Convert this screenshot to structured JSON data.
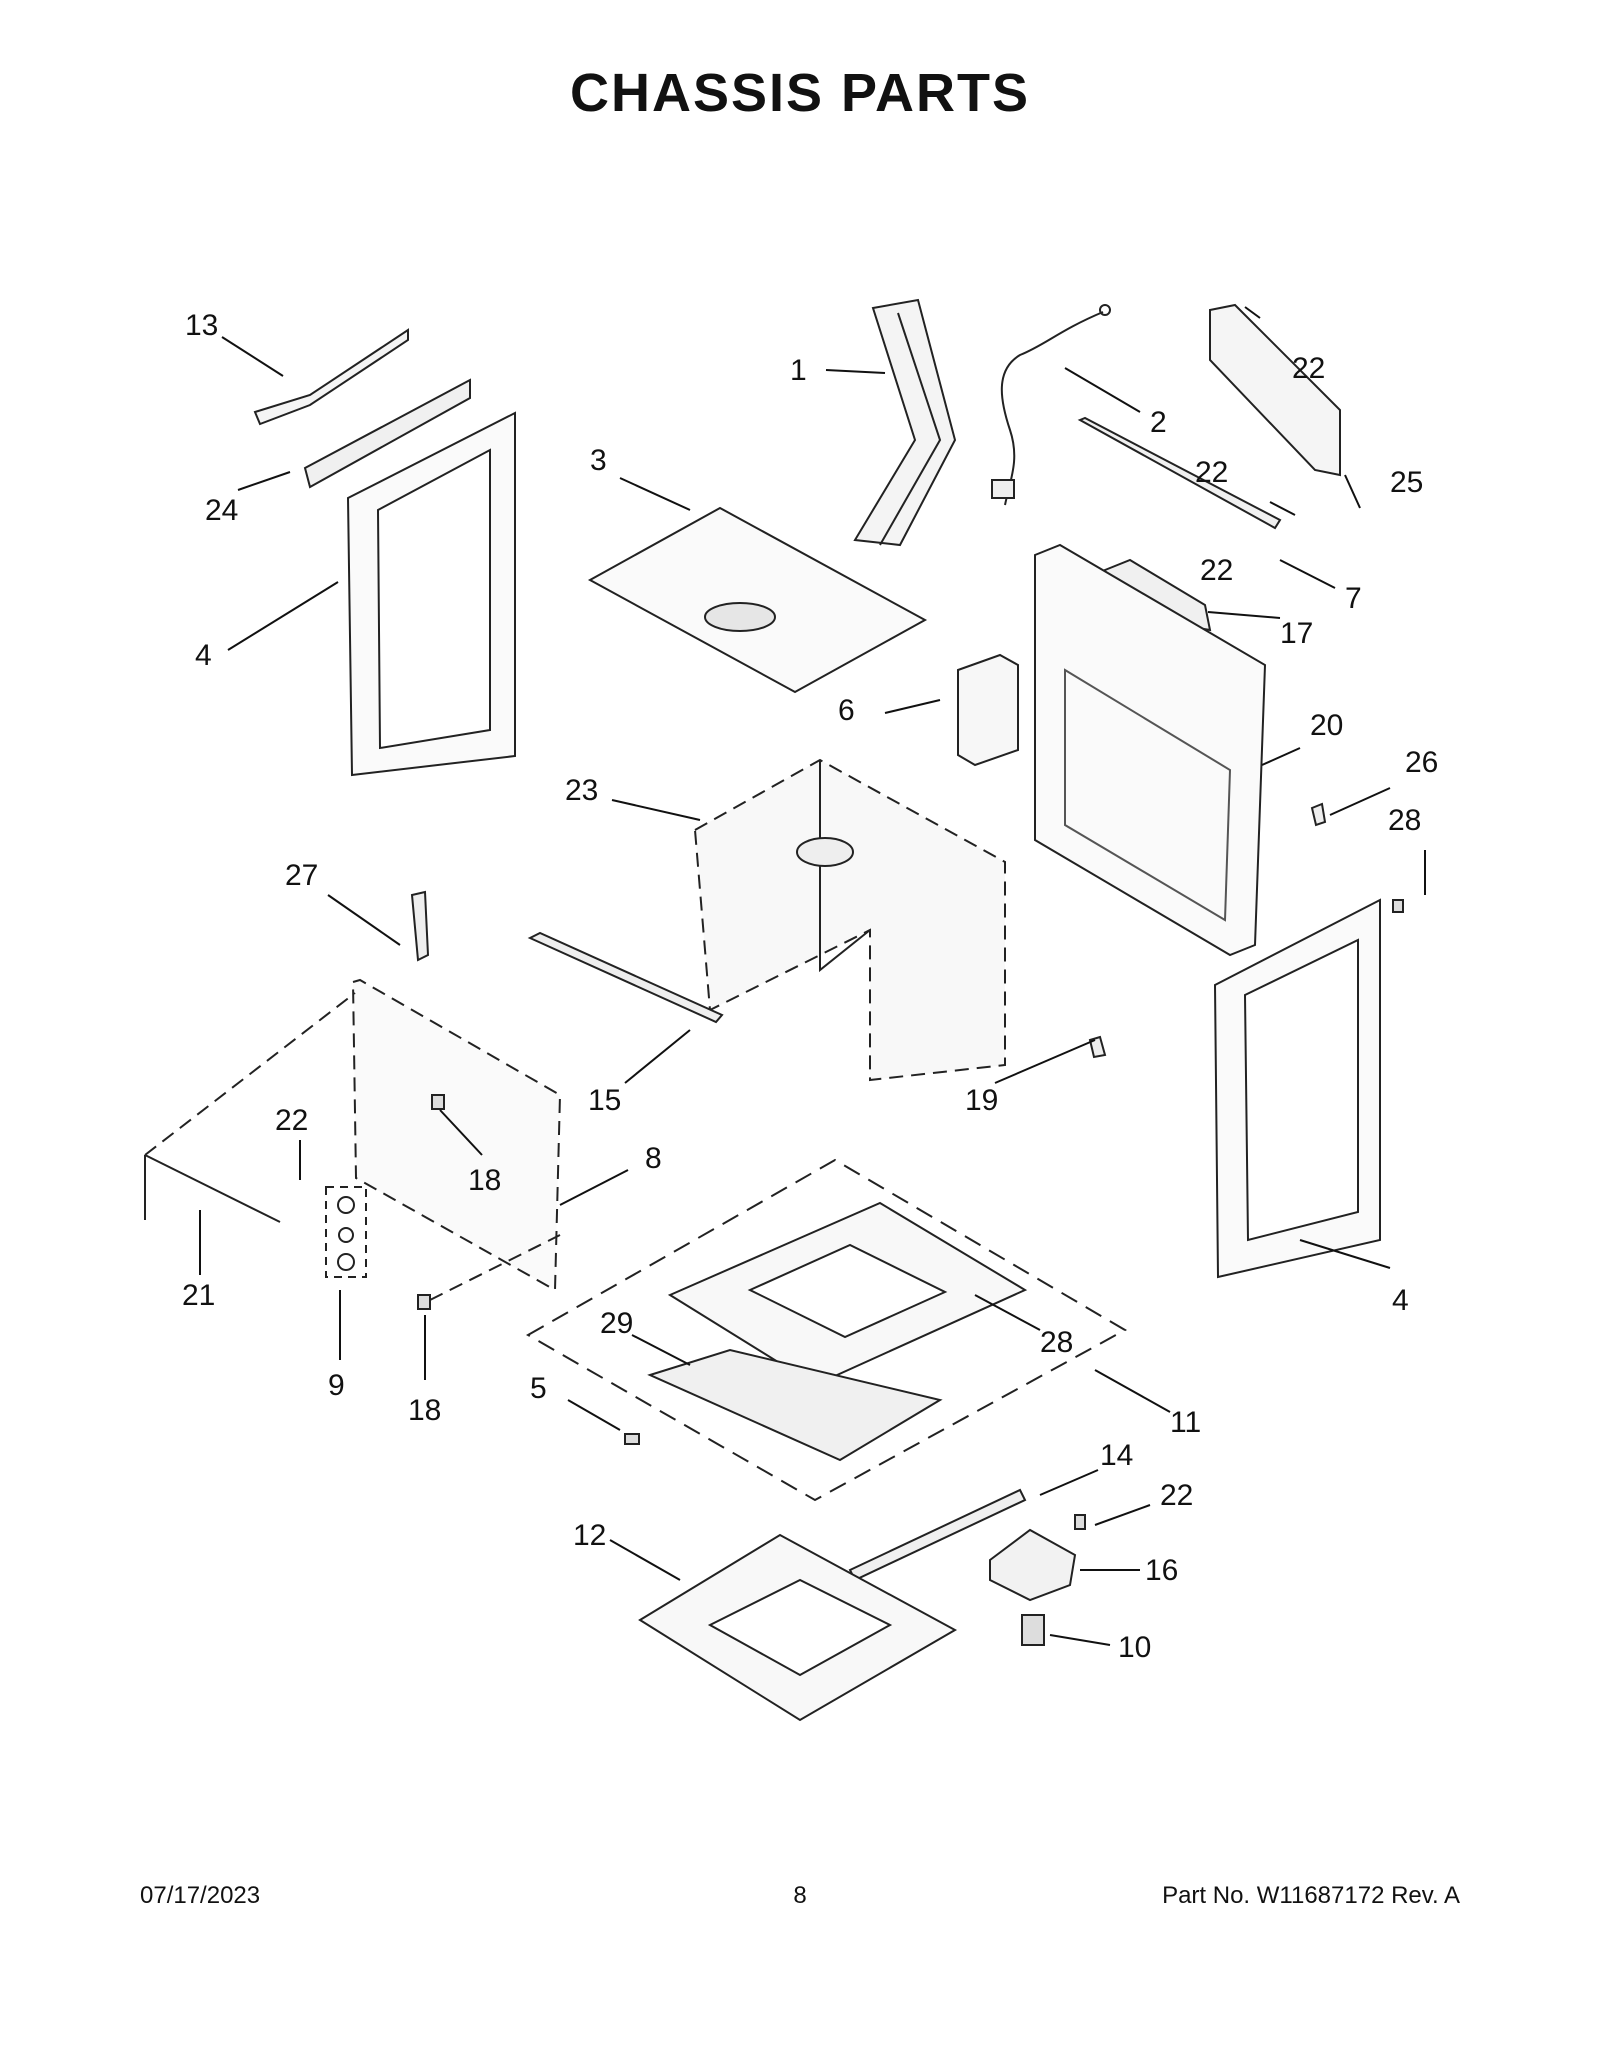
{
  "title": "CHASSIS PARTS",
  "footer": {
    "date": "07/17/2023",
    "page": "8",
    "part": "Part No.  W11687172  Rev.  A"
  },
  "callouts": [
    {
      "id": "c13",
      "label": "13"
    },
    {
      "id": "c24",
      "label": "24"
    },
    {
      "id": "c4a",
      "label": "4"
    },
    {
      "id": "c3",
      "label": "3"
    },
    {
      "id": "c1",
      "label": "1"
    },
    {
      "id": "c2",
      "label": "2"
    },
    {
      "id": "c22a",
      "label": "22"
    },
    {
      "id": "c25",
      "label": "25"
    },
    {
      "id": "c22b",
      "label": "22"
    },
    {
      "id": "c7",
      "label": "7"
    },
    {
      "id": "c22c",
      "label": "22"
    },
    {
      "id": "c17",
      "label": "17"
    },
    {
      "id": "c6",
      "label": "6"
    },
    {
      "id": "c20",
      "label": "20"
    },
    {
      "id": "c23",
      "label": "23"
    },
    {
      "id": "c26",
      "label": "26"
    },
    {
      "id": "c28a",
      "label": "28"
    },
    {
      "id": "c27",
      "label": "27"
    },
    {
      "id": "c15",
      "label": "15"
    },
    {
      "id": "c19",
      "label": "19"
    },
    {
      "id": "c22d",
      "label": "22"
    },
    {
      "id": "c18a",
      "label": "18"
    },
    {
      "id": "c8",
      "label": "8"
    },
    {
      "id": "c21",
      "label": "21"
    },
    {
      "id": "c9",
      "label": "9"
    },
    {
      "id": "c18b",
      "label": "18"
    },
    {
      "id": "c4b",
      "label": "4"
    },
    {
      "id": "c29",
      "label": "29"
    },
    {
      "id": "c28b",
      "label": "28"
    },
    {
      "id": "c5",
      "label": "5"
    },
    {
      "id": "c11",
      "label": "11"
    },
    {
      "id": "c14",
      "label": "14"
    },
    {
      "id": "c22e",
      "label": "22"
    },
    {
      "id": "c12",
      "label": "12"
    },
    {
      "id": "c16",
      "label": "16"
    },
    {
      "id": "c10",
      "label": "10"
    }
  ]
}
